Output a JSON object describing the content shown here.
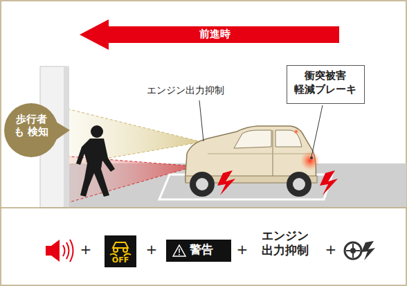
{
  "diagram": {
    "nodes": [
      {
        "text": [
          "前進時"
        ]
      },
      {
        "text": [
          "歩行者 も 検知"
        ]
      },
      {
        "text": [
          "衝突被害 軽減ブレーキ"
        ]
      },
      {
        "text": [
          "OFF"
        ]
      },
      {
        "text": [
          "警告"
        ]
      }
    ],
    "labels": [
      "エンジン出力抑制",
      "+",
      "+",
      "+",
      "+",
      "エンジン 出力抑制"
    ]
  }
}
